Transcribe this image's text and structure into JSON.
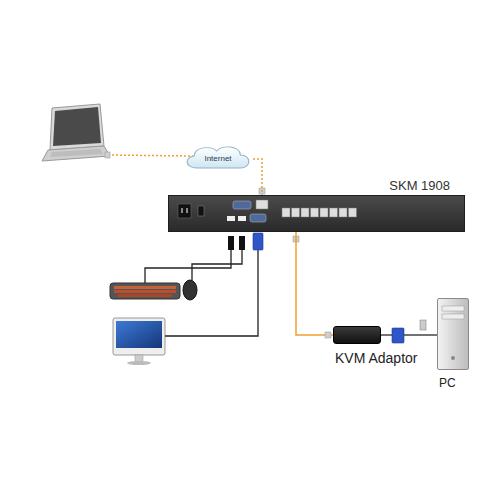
{
  "diagram": {
    "nodes": [
      {
        "text": [
          "Internet"
        ]
      },
      {
        "text": [
          "SKM 1908"
        ]
      },
      {
        "text": [
          "KVM Adaptor"
        ]
      },
      {
        "text": [
          "PC"
        ]
      }
    ],
    "edges": [
      {
        "from": 0,
        "to": 1,
        "arrow": "none"
      },
      {
        "from": 1,
        "to": 2,
        "arrow": "none"
      },
      {
        "from": 2,
        "to": 3,
        "arrow": "none"
      }
    ]
  }
}
